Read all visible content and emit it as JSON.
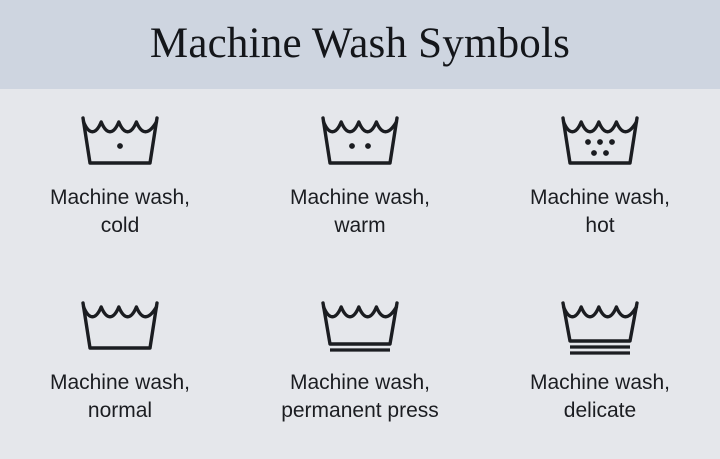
{
  "header": {
    "title": "Machine Wash Symbols",
    "band_color": "#ced5e0"
  },
  "page": {
    "background_color": "#e5e7eb",
    "ink_color": "#1b1d21"
  },
  "symbols": [
    {
      "icon": "washtub-one-dot-icon",
      "label": "Machine wash,\ncold",
      "line1": "Machine wash,",
      "line2": "cold",
      "dots": 1,
      "bars": 0
    },
    {
      "icon": "washtub-two-dots-icon",
      "label": "Machine wash,\nwarm",
      "line1": "Machine wash,",
      "line2": "warm",
      "dots": 2,
      "bars": 0
    },
    {
      "icon": "washtub-five-dots-icon",
      "label": "Machine wash,\nhot",
      "line1": "Machine wash,",
      "line2": "hot",
      "dots": 5,
      "bars": 0
    },
    {
      "icon": "washtub-plain-icon",
      "label": "Machine wash,\nnormal",
      "line1": "Machine wash,",
      "line2": "normal",
      "dots": 0,
      "bars": 0
    },
    {
      "icon": "washtub-one-bar-icon",
      "label": "Machine wash,\npermanent press",
      "line1": "Machine wash,",
      "line2": "permanent press",
      "dots": 0,
      "bars": 1
    },
    {
      "icon": "washtub-two-bars-icon",
      "label": "Machine wash,\ndelicate",
      "line1": "Machine wash,",
      "line2": "delicate",
      "dots": 0,
      "bars": 2
    }
  ]
}
